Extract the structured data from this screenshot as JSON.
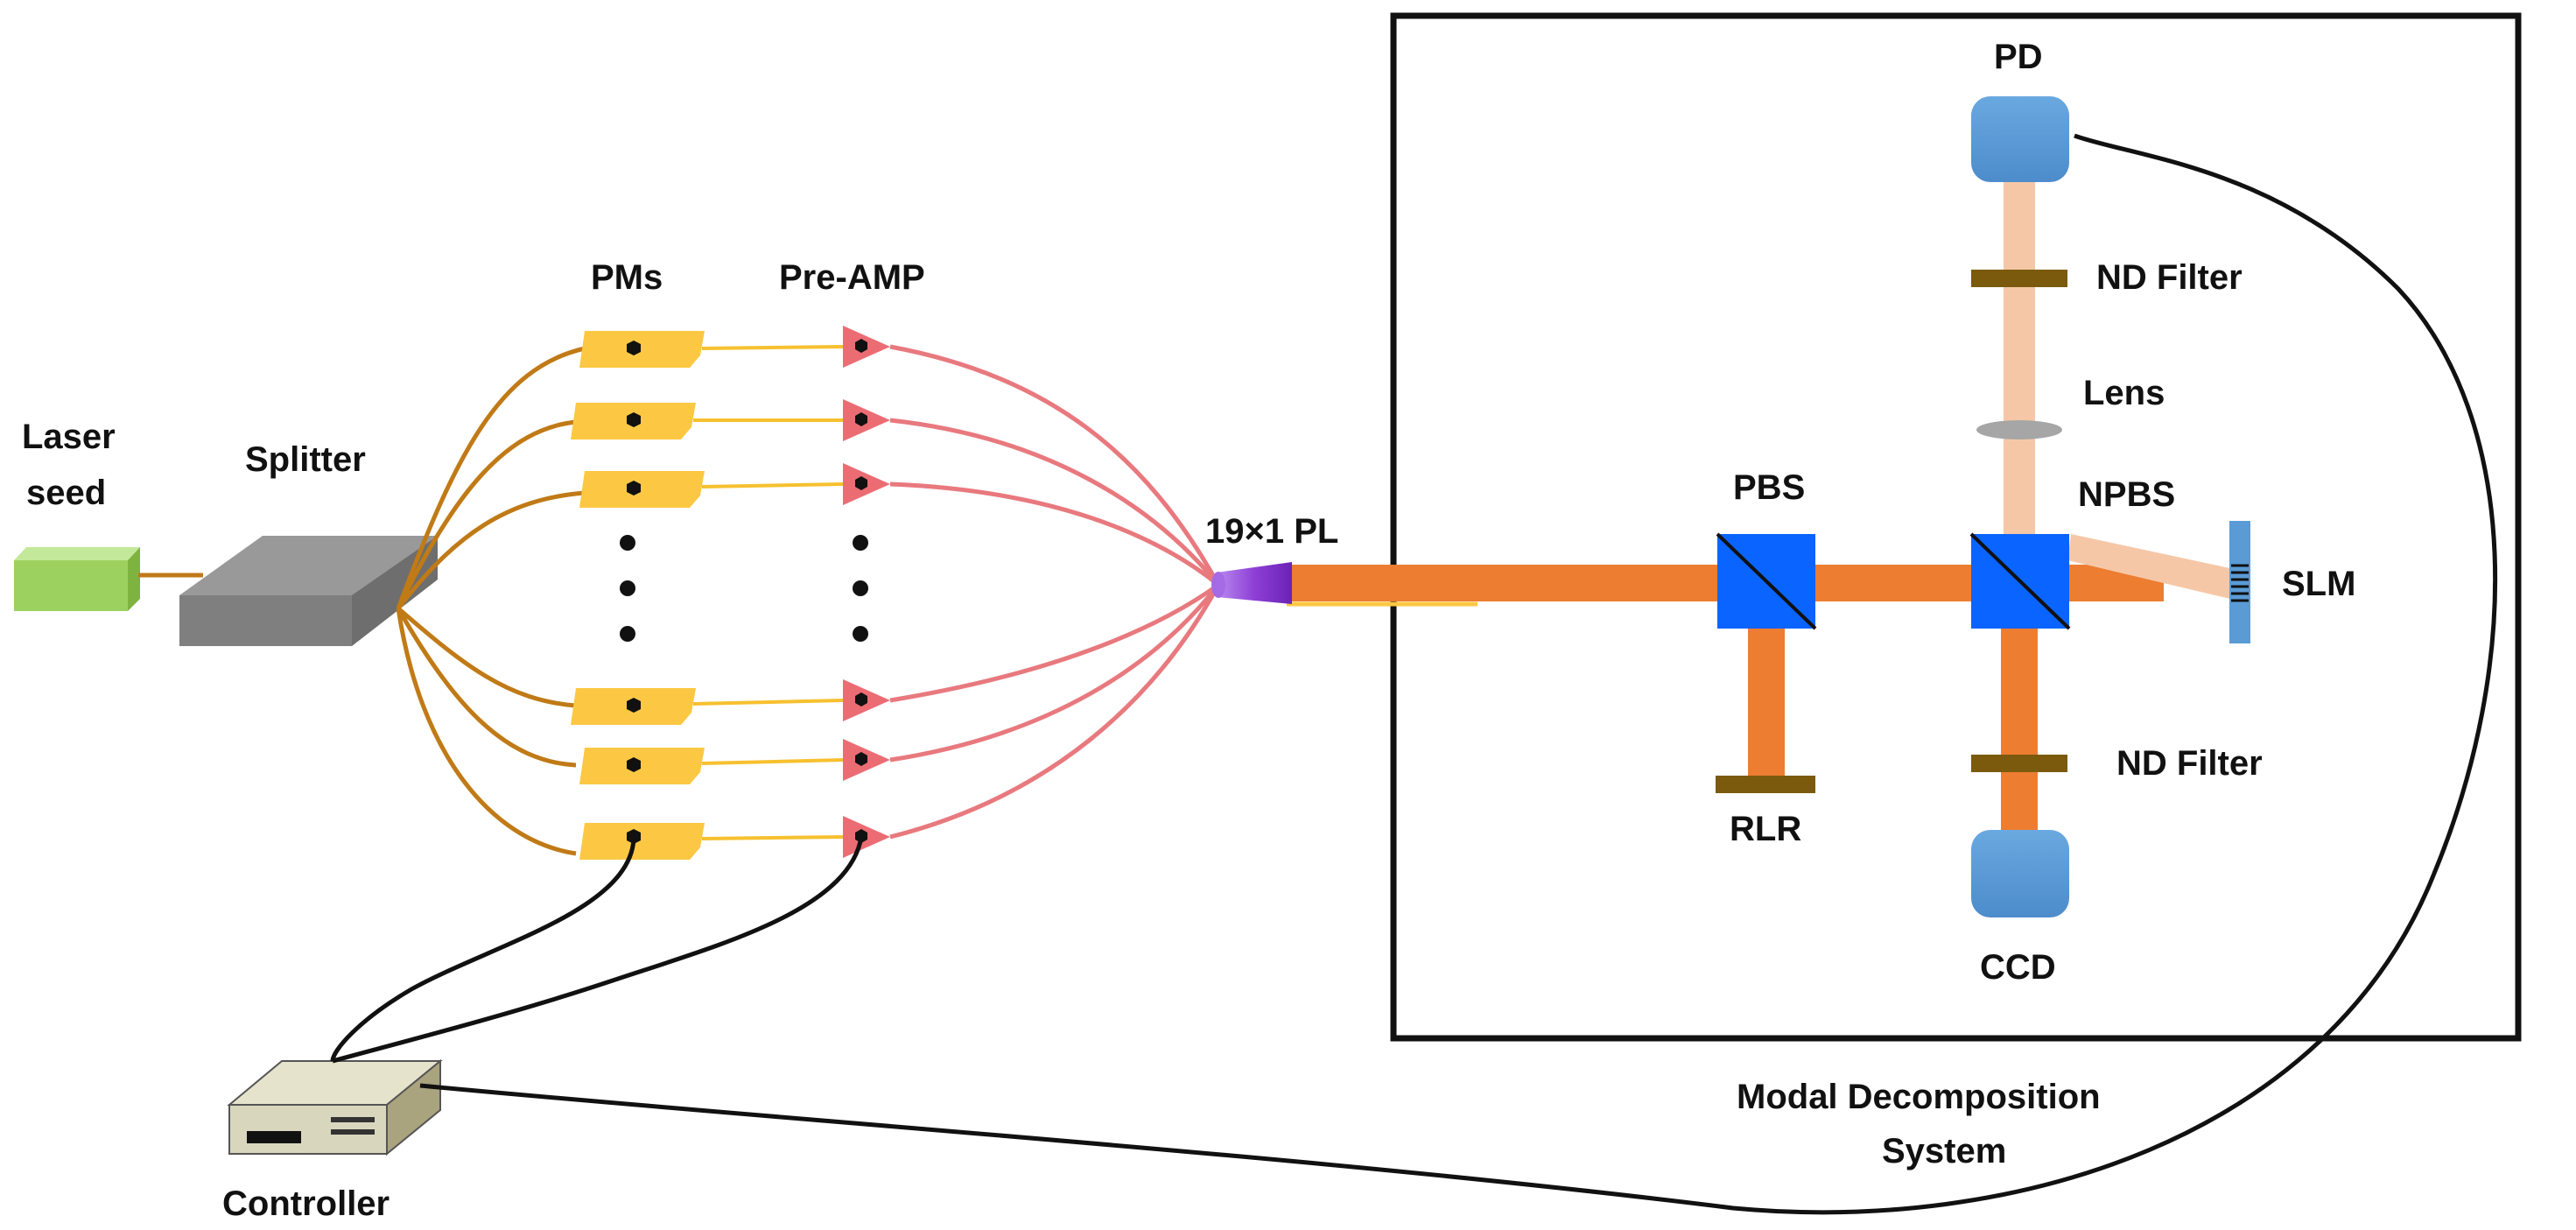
{
  "labels": {
    "laser_seed_line1": "Laser",
    "laser_seed_line2": "seed",
    "splitter": "Splitter",
    "pms": "PMs",
    "pre_amp": "Pre-AMP",
    "photonic_lantern": "19×1 PL",
    "pbs": "PBS",
    "npbs": "NPBS",
    "rlr": "RLR",
    "slm": "SLM",
    "pd": "PD",
    "ccd": "CCD",
    "lens": "Lens",
    "nd_filter_top": "ND Filter",
    "nd_filter_bottom": "ND Filter",
    "controller": "Controller",
    "system_line1": "Modal Decomposition",
    "system_line2": "System"
  },
  "colors": {
    "seed": "#9dd15f",
    "splitter": "#7f7f7f",
    "fiber_seed": "#c07a16",
    "phase_modulator": "#fcc843",
    "fiber_pm": "#f6c02f",
    "pre_amp": "#ec6c74",
    "fiber_amp": "#e8797e",
    "lantern": "#8e3fd6",
    "beam": "#ed7d31",
    "beam_weak": "#f6c7a7",
    "beamsplitter": "#0a64ff",
    "filter": "#7b5a0e",
    "detector": "#5b9bd5",
    "lens": "#a6a6a6",
    "slm": "#5b9bd5",
    "cable": "#111111",
    "controller": "#d9d6be"
  }
}
